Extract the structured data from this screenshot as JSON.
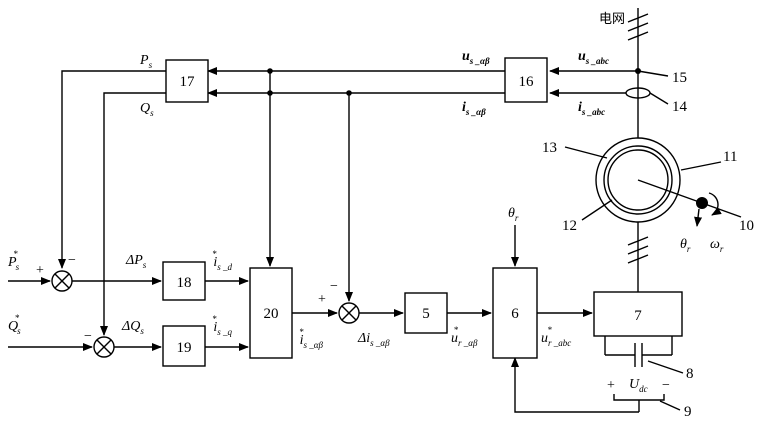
{
  "grid_label": "电网",
  "blocks": {
    "b5": "5",
    "b6": "6",
    "b7": "7",
    "b16": "16",
    "b17": "17",
    "b18": "18",
    "b19": "19",
    "b20": "20"
  },
  "refs": {
    "r8": "8",
    "r9": "9",
    "r10": "10",
    "r11": "11",
    "r12": "12",
    "r13": "13",
    "r14": "14",
    "r15": "15"
  },
  "signals": {
    "u_abc": {
      "main": "u",
      "sub": "s _abc"
    },
    "u_ab": {
      "main": "u",
      "sub": "s _αβ"
    },
    "i_abc": {
      "main": "i",
      "sub": "s _abc"
    },
    "i_ab": {
      "main": "i",
      "sub": "s _αβ"
    },
    "Ps": {
      "main": "P",
      "sub": "s"
    },
    "Qs": {
      "main": "Q",
      "sub": "s"
    },
    "Ps_ref": {
      "main": "P",
      "sub": "s",
      "sup": "*"
    },
    "Qs_ref": {
      "main": "Q",
      "sub": "s",
      "sup": "*"
    },
    "dPs": {
      "pre": "Δ",
      "main": "P",
      "sub": "s"
    },
    "dQs": {
      "pre": "Δ",
      "main": "Q",
      "sub": "s"
    },
    "isd_ref": {
      "main": "i",
      "sub": "s _d",
      "sup": "*"
    },
    "isq_ref": {
      "main": "i",
      "sub": "s _q",
      "sup": "*"
    },
    "isab_ref": {
      "main": "i",
      "sub": "s _αβ",
      "sup": "*"
    },
    "d_isab": {
      "pre": "Δ",
      "main": "i",
      "sub": "s _αβ"
    },
    "urab_ref": {
      "main": "u",
      "sub": "r _αβ",
      "sup": "*"
    },
    "urabc_ref": {
      "main": "u",
      "sub": "r _abc",
      "sup": "*"
    },
    "theta_r_in": {
      "main": "θ",
      "sub": "r"
    },
    "theta_r_out": {
      "main": "θ",
      "sub": "r"
    },
    "omega_r": {
      "main": "ω",
      "sub": "r"
    },
    "Udc": {
      "main": "U",
      "sub": "dc"
    }
  },
  "signs": {
    "plus": "+",
    "minus": "−"
  }
}
